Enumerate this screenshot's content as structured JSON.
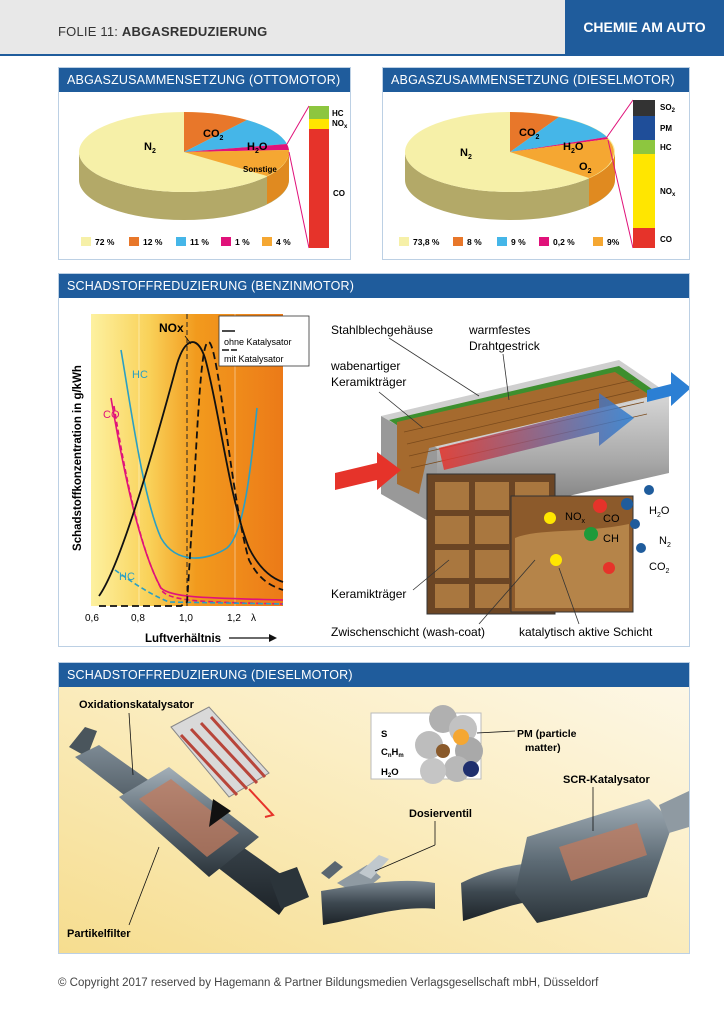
{
  "header": {
    "slide_prefix": "FOLIE 11: ",
    "slide_title": "ABGASREDUZIERUNG",
    "brand": "CHEMIE AM AUTO"
  },
  "otto": {
    "title": "ABGASZUSAMMENSETZUNG (OTTOMOTOR)",
    "labels": {
      "n2": "N",
      "co2": "CO",
      "h2o": "H",
      "sonstige": "Sonstige",
      "hc": "HC",
      "nox": "NO",
      "co": "CO"
    },
    "legend": [
      {
        "value": "72 %",
        "color": "#f6f0a8"
      },
      {
        "value": "12 %",
        "color": "#e8772a"
      },
      {
        "value": "11 %",
        "color": "#45b6e8"
      },
      {
        "value": "1 %",
        "color": "#e0127a"
      },
      {
        "value": "4 %",
        "color": "#f5a732"
      }
    ]
  },
  "diesel": {
    "title": "ABGASZUSAMMENSETZUNG (DIESELMOTOR)",
    "labels": {
      "n2": "N",
      "co2": "CO",
      "h2o": "H",
      "o2": "O",
      "so2": "SO",
      "pm": "PM",
      "hc": "HC",
      "nox": "NO",
      "co": "CO"
    },
    "legend": [
      {
        "value": "73,8 %",
        "color": "#f6f0a8"
      },
      {
        "value": "8 %",
        "color": "#e8772a"
      },
      {
        "value": "9 %",
        "color": "#45b6e8"
      },
      {
        "value": "0,2 %",
        "color": "#e0127a"
      },
      {
        "value": "9%",
        "color": "#f5a732"
      }
    ]
  },
  "benzin": {
    "title": "SCHADSTOFFREDUZIERUNG (BENZINMOTOR)",
    "y_axis": "Schadstoffkonzentration in g/kWh",
    "x_axis": "Luftverhältnis",
    "ticks": [
      "0,6",
      "0,8",
      "1,0",
      "1,2",
      "λ"
    ],
    "curve_labels": {
      "nox": "NOx",
      "hc_top": "HC",
      "co": "CO",
      "hc_bottom": "HC"
    },
    "legend_without": "ohne Katalysator",
    "legend_with": "mit Katalysator",
    "cat_labels": {
      "gehaeuse": "Stahlblechgehäuse",
      "gestrick1": "warmfestes",
      "gestrick2": "Drahtgestrick",
      "waben1": "wabenartiger",
      "waben2": "Keramikträger",
      "keramik": "Keramikträger",
      "washcoat": "Zwischenschicht (wash-coat)",
      "aktiv": "katalytisch aktive Schicht",
      "nox": "NO",
      "co": "CO",
      "ch": "CH",
      "h2o": "H",
      "n2": "N",
      "co2": "CO"
    }
  },
  "dieselred": {
    "title": "SCHADSTOFFREDUZIERUNG (DIESELMOTOR)",
    "labels": {
      "oxikat": "Oxidationskatalysator",
      "partikel": "Partikelfilter",
      "dosier": "Dosierventil",
      "scr": "SCR-Katalysator",
      "s": "S",
      "cnhm": "C",
      "h2o": "H",
      "pm1": "PM (particle",
      "pm2": "matter)"
    }
  },
  "footer": "© Copyright 2017 reserved by Hagemann & Partner Bildungsmedien Verlagsgesellschaft mbH, Düsseldorf"
}
